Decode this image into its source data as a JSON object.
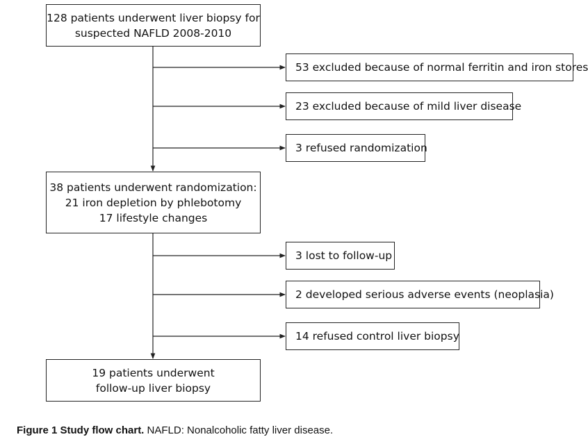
{
  "main_boxes": [
    {
      "lines": [
        "128 patients underwent liver biopsy for",
        "suspected NAFLD 2008-2010"
      ]
    },
    {
      "lines": [
        "38 patients underwent randomization:",
        "21 iron depletion by phlebotomy",
        "17 lifestyle changes"
      ]
    },
    {
      "lines": [
        "19 patients underwent",
        "follow-up liver biopsy"
      ]
    }
  ],
  "side_boxes": [
    {
      "text": "53 excluded because of normal ferritin and iron stores"
    },
    {
      "text": "23 excluded because of mild liver disease"
    },
    {
      "text": "3 refused randomization"
    },
    {
      "text": "3 lost to follow-up"
    },
    {
      "text": "2 developed serious adverse events (neoplasia)"
    },
    {
      "text": "14 refused control liver biopsy"
    }
  ],
  "caption": {
    "label": "Figure 1  Study flow chart.",
    "text": " NAFLD: Nonalcoholic fatty liver disease."
  }
}
